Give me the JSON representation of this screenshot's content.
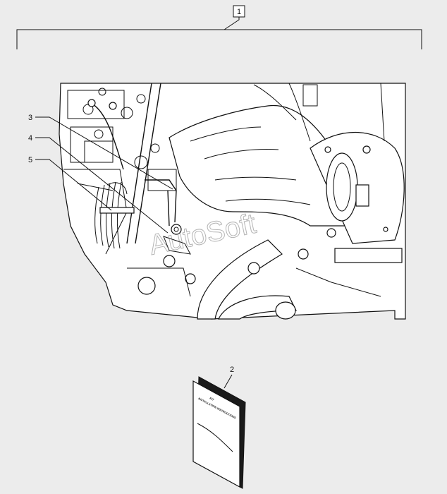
{
  "callouts": {
    "c1": "1",
    "c2": "2",
    "c3": "3",
    "c4": "4",
    "c5": "5"
  },
  "watermark": "AutoSoft",
  "manual": {
    "title": "KIT",
    "subtitle": "INSTALLATION INSTRUCTIONS"
  },
  "colors": {
    "background": "#ececec",
    "line": "#111111"
  }
}
